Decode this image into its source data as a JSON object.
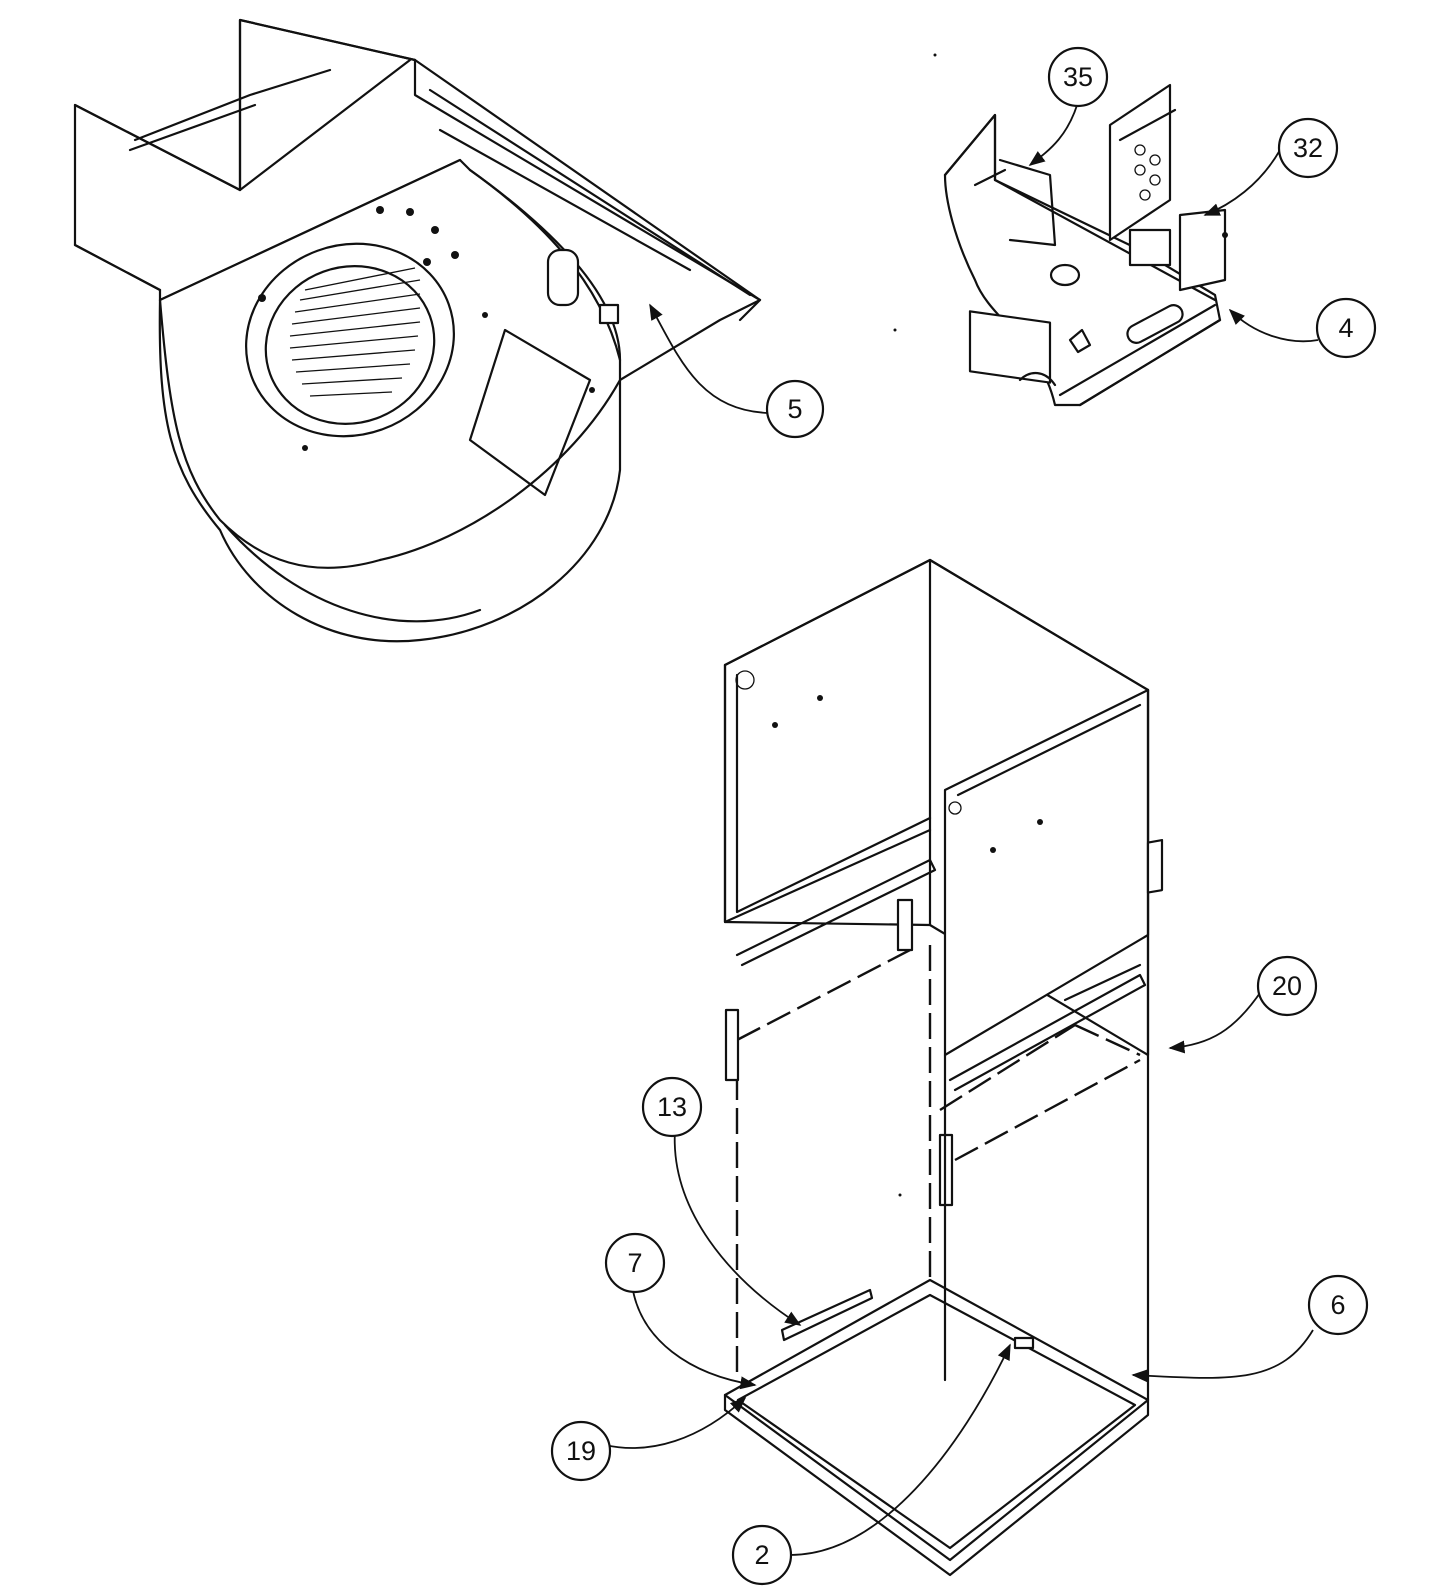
{
  "callouts": [
    {
      "id": "5",
      "label": "5"
    },
    {
      "id": "35",
      "label": "35"
    },
    {
      "id": "32",
      "label": "32"
    },
    {
      "id": "4",
      "label": "4"
    },
    {
      "id": "20",
      "label": "20"
    },
    {
      "id": "13",
      "label": "13"
    },
    {
      "id": "7",
      "label": "7"
    },
    {
      "id": "6",
      "label": "6"
    },
    {
      "id": "19",
      "label": "19"
    },
    {
      "id": "2",
      "label": "2"
    }
  ]
}
